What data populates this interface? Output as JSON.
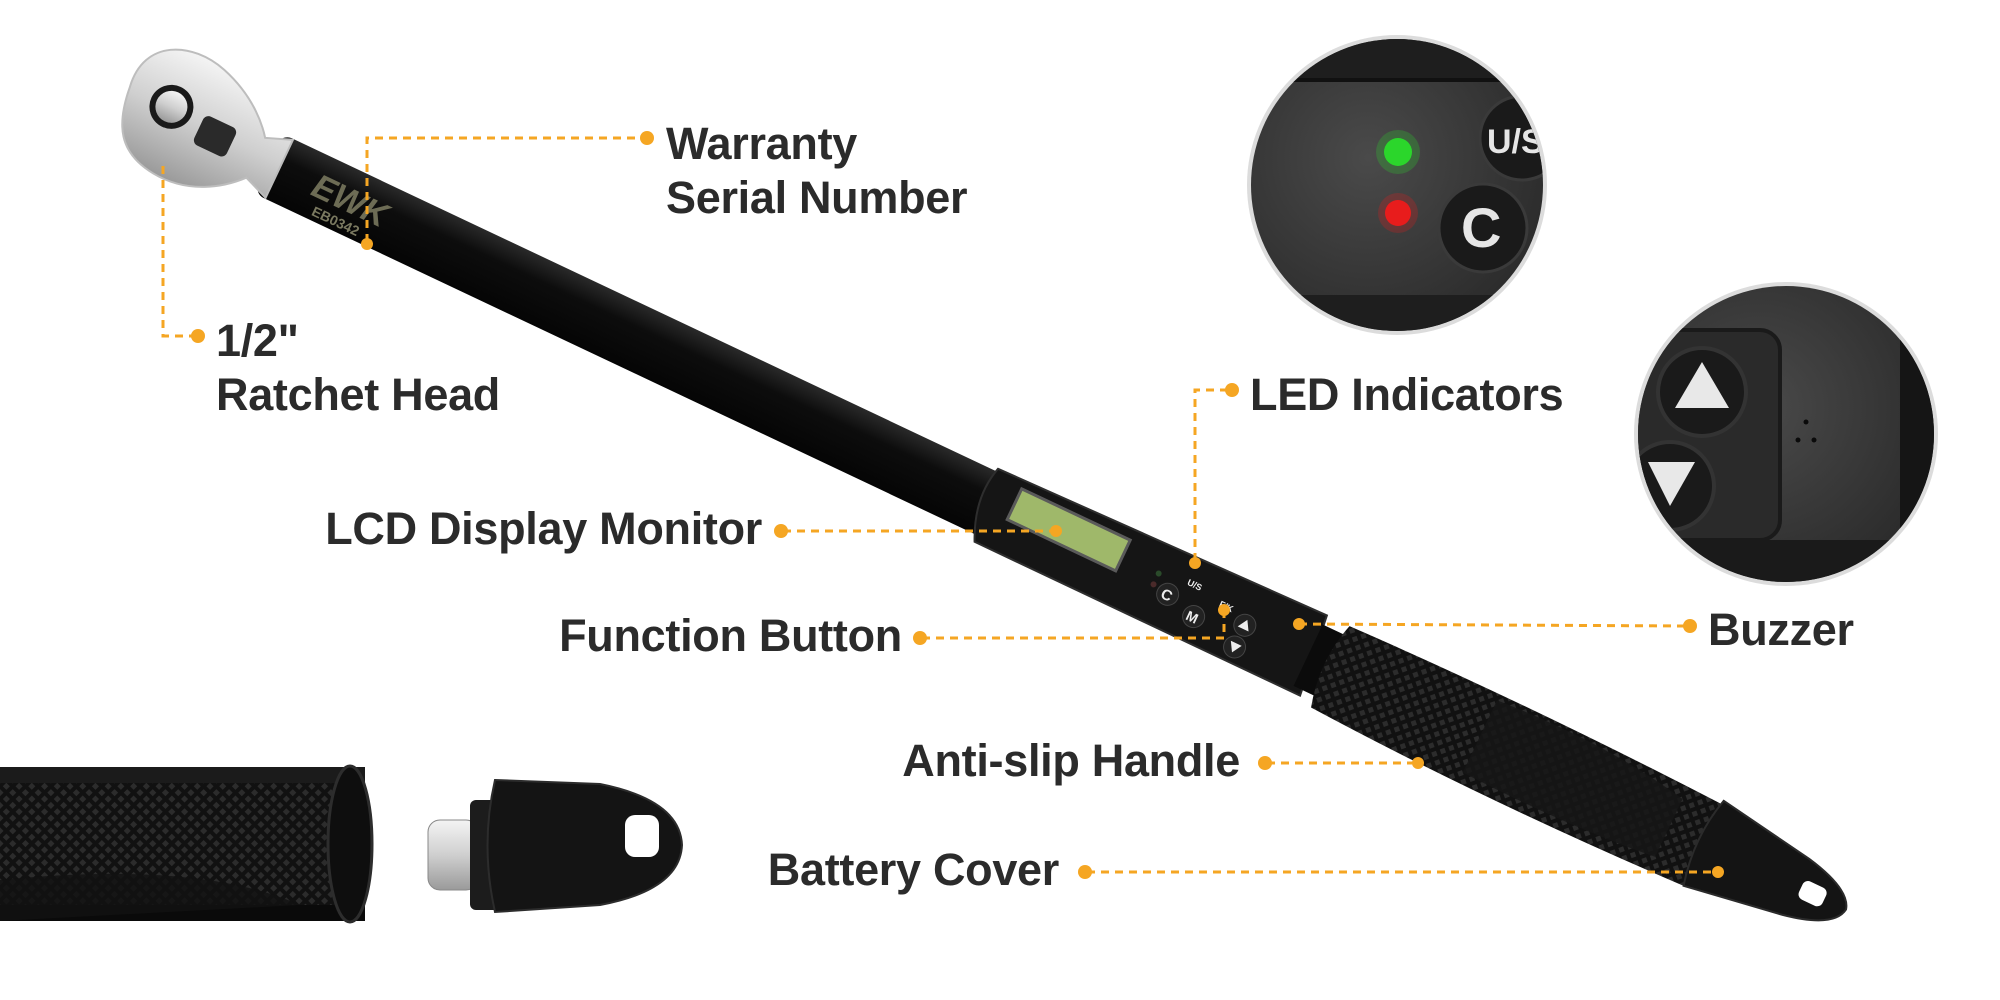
{
  "colors": {
    "leader": "#f5a623",
    "text": "#2b2b2b",
    "body": "#111111",
    "chrome": "#d8d8d8",
    "lcd": "#9fb86a",
    "led_green": "#2bd62b",
    "led_red": "#e81c1c"
  },
  "wrench": {
    "logo": "EWK",
    "serial": "EB0342",
    "buttons": {
      "clear": "C",
      "units": "U/S",
      "fk": "F/K",
      "mode": "M"
    }
  },
  "zoom_led": {
    "button_top": "U/S",
    "button_bottom": "C"
  },
  "labels": {
    "warranty_line1": "Warranty",
    "warranty_line2": "Serial Number",
    "ratchet_line1": "1/2\"",
    "ratchet_line2": "Ratchet Head",
    "led": "LED Indicators",
    "lcd": "LCD Display Monitor",
    "function": "Function Button",
    "buzzer": "Buzzer",
    "handle": "Anti-slip Handle",
    "battery": "Battery Cover"
  }
}
